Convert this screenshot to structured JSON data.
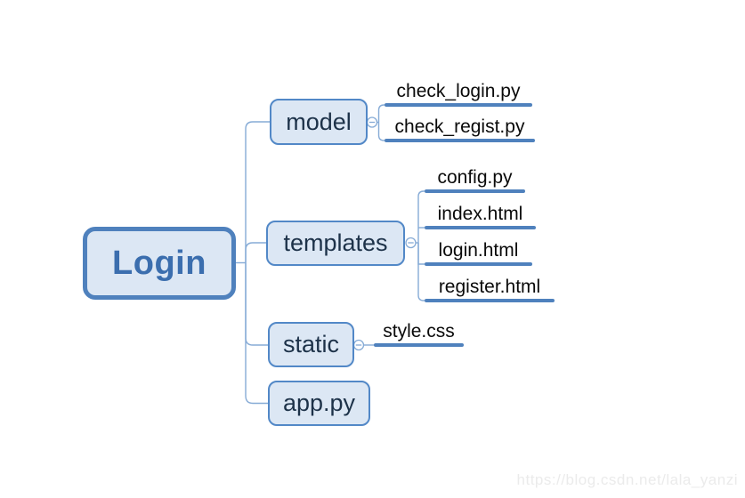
{
  "page": {
    "background": "#ffffff",
    "watermark_text": "https://blog.csdn.net/lala_yanzi"
  },
  "colors": {
    "accent_border": "#4f81bd",
    "node_border": "#5288c7",
    "node_fill": "#dce7f4",
    "root_text": "#3b6eae",
    "branch_text": "#1d3249",
    "leaf_text": "#0a0a0a",
    "connector": "#86abd6",
    "underline": "#4f81bd",
    "watermark": "#ebebeb"
  },
  "tree": {
    "root": {
      "label": "Login"
    },
    "branches": [
      {
        "label": "model",
        "children": [
          "check_login.py",
          "check_regist.py"
        ]
      },
      {
        "label": "templates",
        "children": [
          "config.py",
          "index.html",
          "login.html",
          "register.html"
        ]
      },
      {
        "label": "static",
        "children": [
          "style.css"
        ]
      },
      {
        "label": "app.py",
        "children": []
      }
    ]
  }
}
